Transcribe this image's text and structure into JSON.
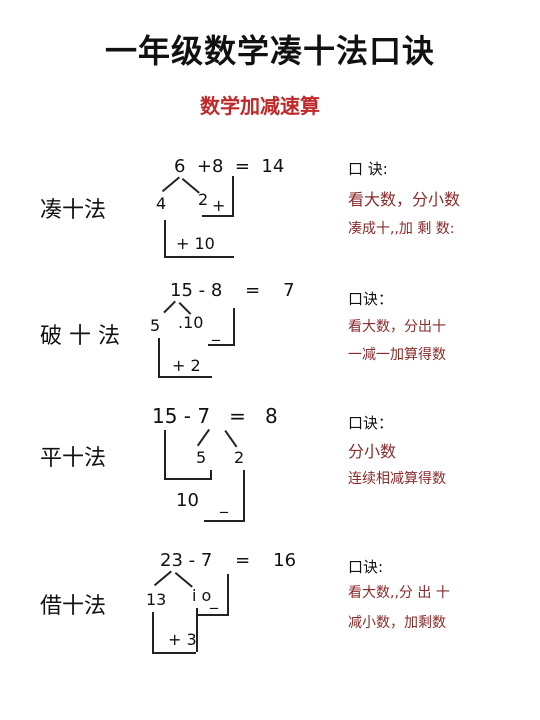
{
  "title": "一年级数学凑十法口诀",
  "subtitle": "数学加减速算",
  "blocks": [
    {
      "name": "凑十法",
      "equation": "6  +8  =  14",
      "split_left": "4",
      "split_right": "2",
      "inner_op": "+",
      "bottom": "+ 10",
      "tip_header": "口 诀:",
      "tip_lines": [
        "看大数，分小数",
        "凑成十,,加 剩 数:"
      ]
    },
    {
      "name": "破 十 法",
      "equation": "15 - 8    =    7",
      "split_left": "5",
      "split_right": ".10",
      "inner_op": "_",
      "bottom": "+  2",
      "tip_header": "口诀：",
      "tip_lines": [
        "看大数，分出十",
        "一减一加算得数"
      ]
    },
    {
      "name": "平十法",
      "equation": "15 - 7   =   8",
      "split_left": "5",
      "split_right": "2",
      "inner_op": "",
      "bottom": "10",
      "bottom_op": "_",
      "tip_header": "口诀：",
      "tip_lines": [
        "分小数",
        "连续相减算得数"
      ]
    },
    {
      "name": "借十法",
      "equation": "23 - 7    =    16",
      "split_left": "13",
      "split_right": "i o",
      "inner_op": "_",
      "bottom": "+  3",
      "tip_header": "口诀:",
      "tip_lines": [
        "看大数,,分 出 十",
        "减小数，加剩数"
      ]
    }
  ]
}
